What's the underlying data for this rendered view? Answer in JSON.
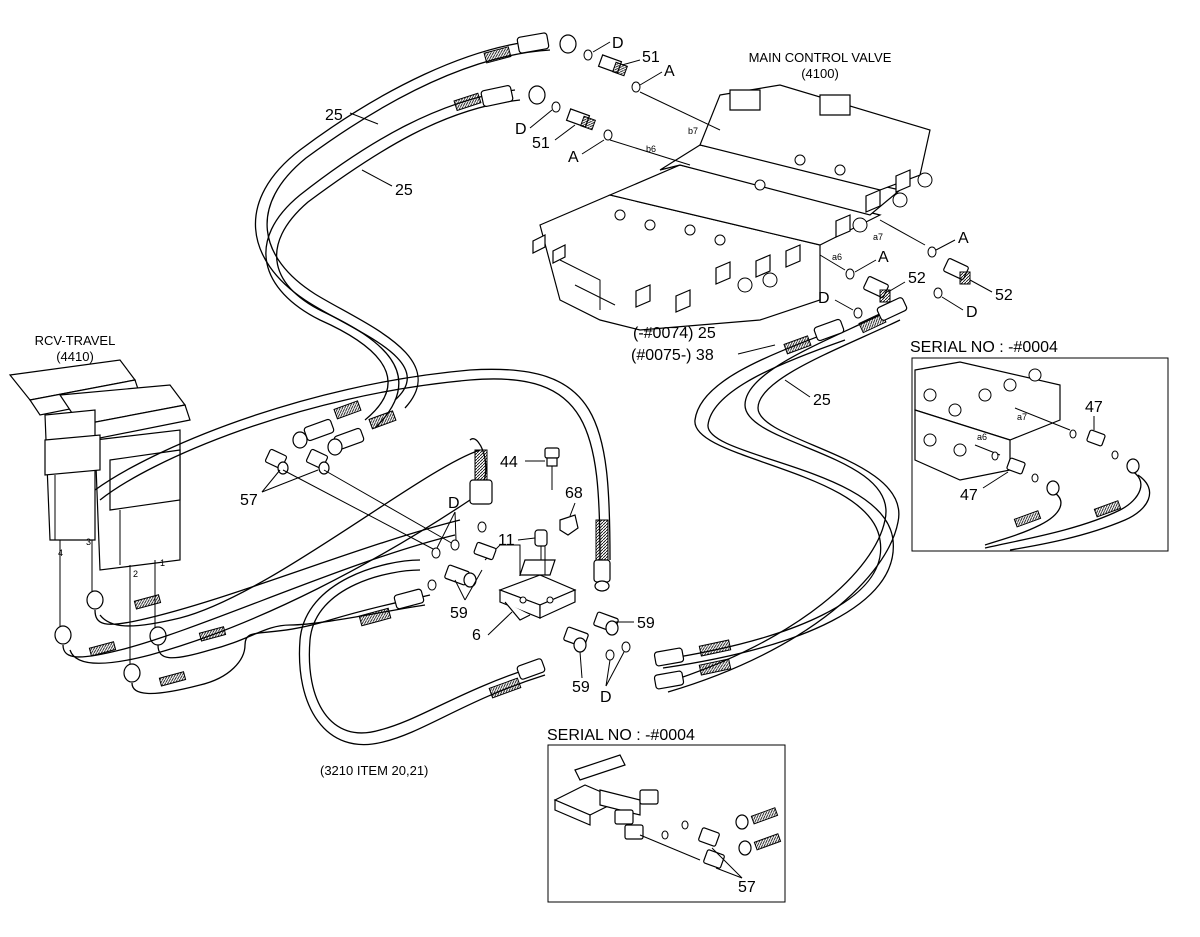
{
  "labels": {
    "main_valve_title": "MAIN CONTROL VALVE",
    "main_valve_code": "(4100)",
    "rcv_title": "RCV-TRAVEL",
    "rcv_code": "(4410)",
    "hose_ref": "(3210 ITEM 20,21)",
    "serial_no_right": "SERIAL NO : -#0004",
    "serial_no_bottom": "SERIAL NO : -#0004",
    "serial_range_1": "(-#0074) 25",
    "serial_range_2": "(#0075-) 38"
  },
  "callouts": {
    "p25a": "25",
    "p25b": "25",
    "p25c": "25",
    "p51a": "51",
    "p51b": "51",
    "p52a": "52",
    "p52b": "52",
    "p57a": "57",
    "p57b": "57",
    "p59a": "59",
    "p59b": "59",
    "p59c": "59",
    "p44": "44",
    "p68": "68",
    "p11": "11",
    "p6": "6",
    "p47a": "47",
    "p47b": "47",
    "d1": "D",
    "d2": "D",
    "d3": "D",
    "d4": "D",
    "d5": "D",
    "d6": "D",
    "a1": "A",
    "a2": "A",
    "a3": "A",
    "a4": "A"
  },
  "port_labels": {
    "b7": "b7",
    "b6": "b6",
    "a7": "a7",
    "a6": "a6",
    "inset_a7": "a7",
    "inset_a6": "a6",
    "pedal_1": "1",
    "pedal_2": "2",
    "pedal_3": "3",
    "pedal_4": "4"
  },
  "icons": [
    "main-control-valve-icon",
    "rcv-travel-pedal-icon",
    "manifold-block-icon",
    "hose-fitting-icon",
    "o-ring-icon"
  ]
}
